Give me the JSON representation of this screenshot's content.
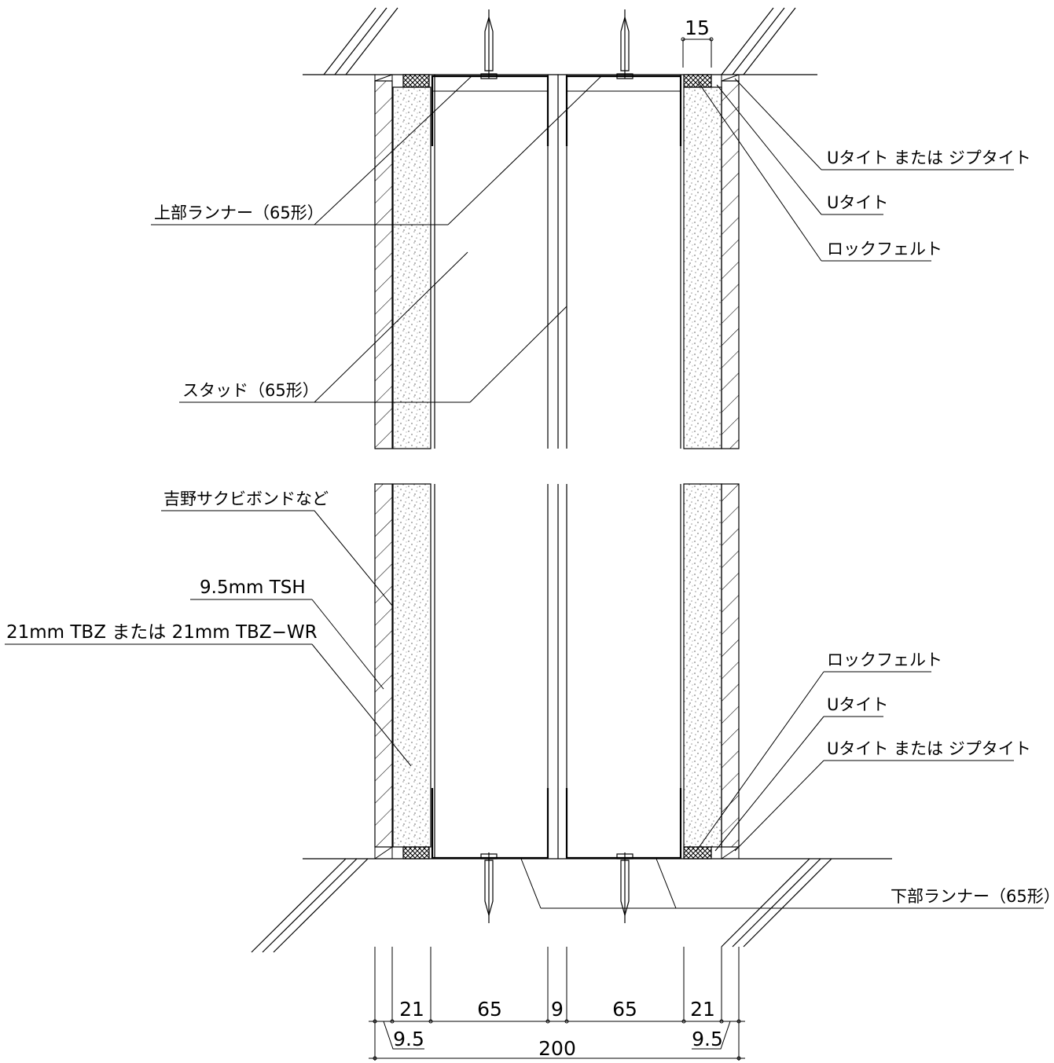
{
  "labels": {
    "upper_runner": "上部ランナー（65形）",
    "stud": "スタッド（65形）",
    "adhesive": "吉野サクビボンドなど",
    "board_tsh": "9.5mm TSH",
    "board_tbz": "21mm TBZ または 21mm TBZ−WR",
    "u_or_zip_top": "Uタイト または ジプタイト",
    "u_tight_top": "Uタイト",
    "rock_felt_top": "ロックフェルト",
    "rock_felt_bottom": "ロックフェルト",
    "u_tight_bottom": "Uタイト",
    "u_or_zip_bottom": "Uタイト または ジプタイト",
    "lower_runner": "下部ランナー（65形）"
  },
  "dimensions": {
    "top_gap": "15",
    "left_board": "21",
    "left_stud": "65",
    "center_gap": "9",
    "right_stud": "65",
    "right_board": "21",
    "left_tsh": "9.5",
    "right_tsh": "9.5",
    "total": "200"
  }
}
